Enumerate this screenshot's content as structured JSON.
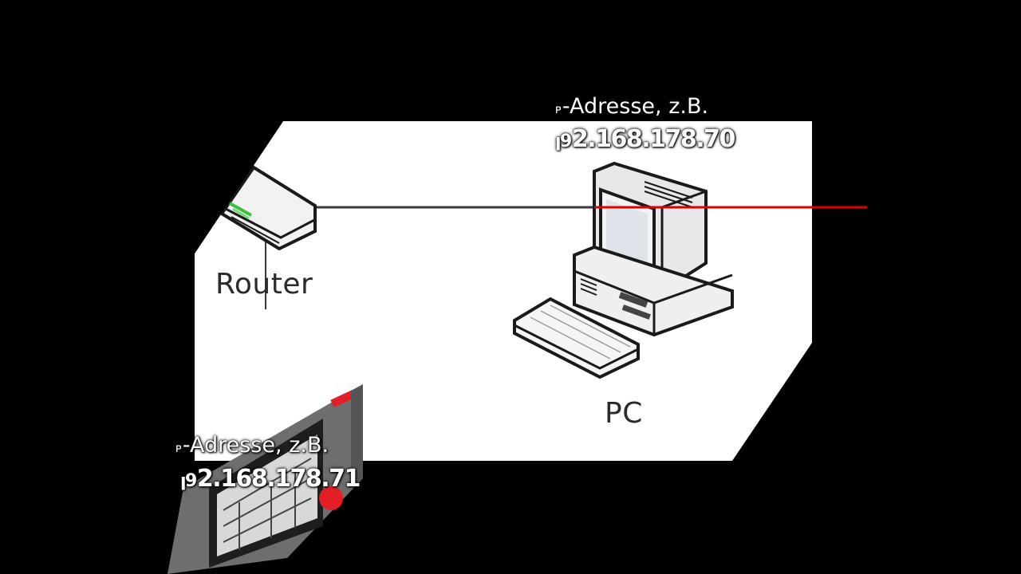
{
  "diagram": {
    "nodes": {
      "router": {
        "label": "Router"
      },
      "pc": {
        "label": "PC"
      }
    },
    "annotations": {
      "pc_ip": {
        "prefix": "ᴘ",
        "line1": "-Adresse, z.B.",
        "line2_prefix": "ꞁ9",
        "line2": "2.168.178.70"
      },
      "controller_ip": {
        "prefix": "ᴘ",
        "line1": "-Adresse, z.B.",
        "line2_prefix": "ꞁ9",
        "line2": "2.168.178.71"
      }
    },
    "colors": {
      "background": "#000000",
      "panel": "#ffffff",
      "link": "#333333",
      "highlight_link": "#e00000",
      "accent": "#e31e24"
    },
    "icons": [
      "router-icon",
      "pc-icon",
      "keyboard-icon",
      "controller-device-icon"
    ]
  }
}
